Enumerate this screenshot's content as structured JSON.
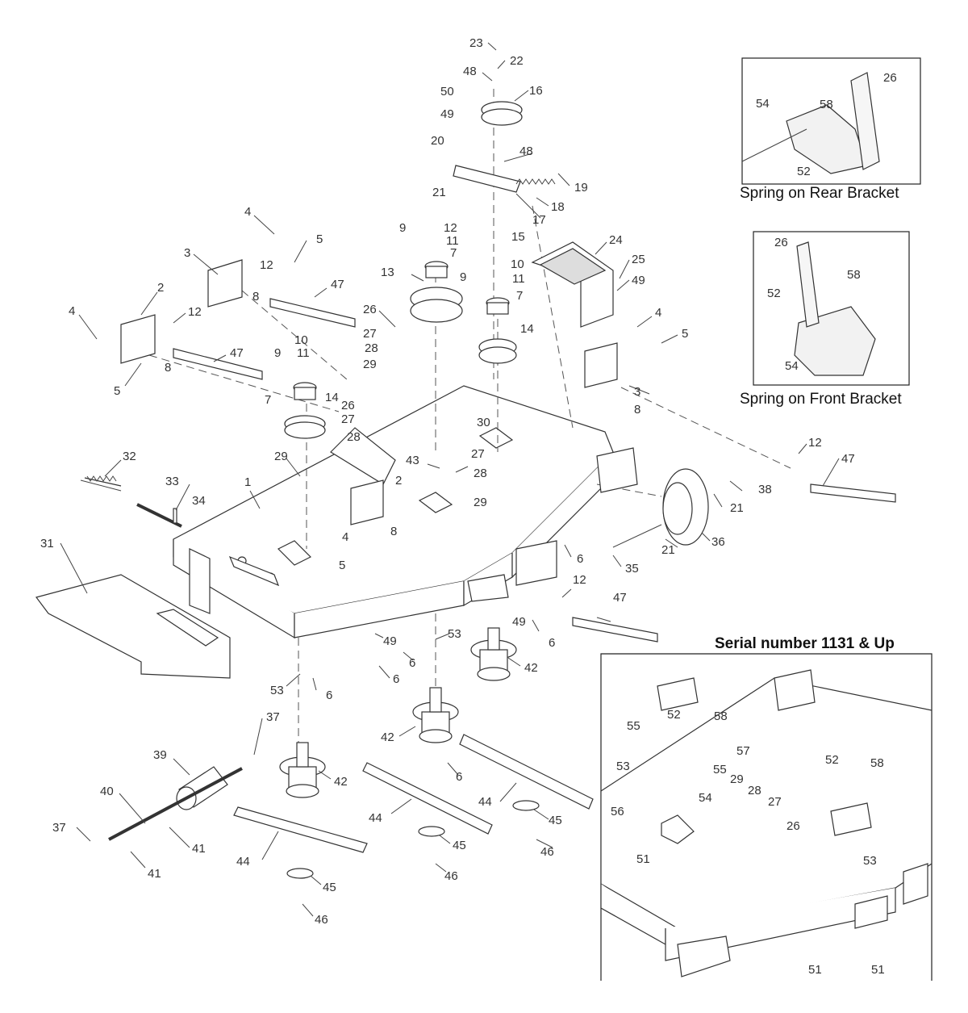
{
  "insets": {
    "rear_caption": "Spring on Rear Bracket",
    "front_caption": "Spring on Front Bracket",
    "serial_caption": "Serial number 1131 & Up"
  },
  "callouts": [
    {
      "id": "c23a",
      "text": "23"
    },
    {
      "id": "c22",
      "text": "22"
    },
    {
      "id": "c48a",
      "text": "48"
    },
    {
      "id": "c16",
      "text": "16"
    },
    {
      "id": "c50",
      "text": "50"
    },
    {
      "id": "c49a",
      "text": "49"
    },
    {
      "id": "c20",
      "text": "20"
    },
    {
      "id": "c48b",
      "text": "48"
    },
    {
      "id": "c19",
      "text": "19"
    },
    {
      "id": "c21a",
      "text": "21"
    },
    {
      "id": "c18",
      "text": "18"
    },
    {
      "id": "c17",
      "text": "17"
    },
    {
      "id": "c15",
      "text": "15"
    },
    {
      "id": "c24",
      "text": "24"
    },
    {
      "id": "c25",
      "text": "25"
    },
    {
      "id": "c49b",
      "text": "49"
    },
    {
      "id": "c9a",
      "text": "9"
    },
    {
      "id": "c12a",
      "text": "12"
    },
    {
      "id": "c11a",
      "text": "11"
    },
    {
      "id": "c7a",
      "text": "7"
    },
    {
      "id": "c13",
      "text": "13"
    },
    {
      "id": "c10a",
      "text": "10"
    },
    {
      "id": "c9b",
      "text": "9"
    },
    {
      "id": "c11b",
      "text": "11"
    },
    {
      "id": "c7b",
      "text": "7"
    },
    {
      "id": "c14a",
      "text": "14"
    },
    {
      "id": "c4a",
      "text": "4"
    },
    {
      "id": "c5a",
      "text": "5"
    },
    {
      "id": "c3a",
      "text": "3"
    },
    {
      "id": "c12b",
      "text": "12"
    },
    {
      "id": "c47a",
      "text": "47"
    },
    {
      "id": "c8a",
      "text": "8"
    },
    {
      "id": "c2a",
      "text": "2"
    },
    {
      "id": "c12c",
      "text": "12"
    },
    {
      "id": "c4b",
      "text": "4"
    },
    {
      "id": "c47b",
      "text": "47"
    },
    {
      "id": "c8b",
      "text": "8"
    },
    {
      "id": "c5b",
      "text": "5"
    },
    {
      "id": "c26a",
      "text": "26"
    },
    {
      "id": "c27a",
      "text": "27"
    },
    {
      "id": "c28a",
      "text": "28"
    },
    {
      "id": "c29a",
      "text": "29"
    },
    {
      "id": "c9c",
      "text": "9"
    },
    {
      "id": "c10b",
      "text": "10"
    },
    {
      "id": "c11c",
      "text": "11"
    },
    {
      "id": "c7c",
      "text": "7"
    },
    {
      "id": "c14b",
      "text": "14"
    },
    {
      "id": "c26b",
      "text": "26"
    },
    {
      "id": "c27b",
      "text": "27"
    },
    {
      "id": "c28b",
      "text": "28"
    },
    {
      "id": "c29b",
      "text": "29"
    },
    {
      "id": "c4c",
      "text": "4"
    },
    {
      "id": "c5c",
      "text": "5"
    },
    {
      "id": "c3b",
      "text": "3"
    },
    {
      "id": "c8c",
      "text": "8"
    },
    {
      "id": "c30",
      "text": "30"
    },
    {
      "id": "c27c",
      "text": "27"
    },
    {
      "id": "c43",
      "text": "43"
    },
    {
      "id": "c28c",
      "text": "28"
    },
    {
      "id": "c29c",
      "text": "29"
    },
    {
      "id": "c12d",
      "text": "12"
    },
    {
      "id": "c47c",
      "text": "47"
    },
    {
      "id": "c38",
      "text": "38"
    },
    {
      "id": "c21b",
      "text": "21"
    },
    {
      "id": "c36",
      "text": "36"
    },
    {
      "id": "c21c",
      "text": "21"
    },
    {
      "id": "c35",
      "text": "35"
    },
    {
      "id": "c32",
      "text": "32"
    },
    {
      "id": "c33",
      "text": "33"
    },
    {
      "id": "c34",
      "text": "34"
    },
    {
      "id": "c1",
      "text": "1"
    },
    {
      "id": "c2b",
      "text": "2"
    },
    {
      "id": "c8d",
      "text": "8"
    },
    {
      "id": "c4d",
      "text": "4"
    },
    {
      "id": "c5d",
      "text": "5"
    },
    {
      "id": "c31",
      "text": "31"
    },
    {
      "id": "c6a",
      "text": "6"
    },
    {
      "id": "c12e",
      "text": "12"
    },
    {
      "id": "c47d",
      "text": "47"
    },
    {
      "id": "c49c",
      "text": "49"
    },
    {
      "id": "c6b",
      "text": "6"
    },
    {
      "id": "c53a",
      "text": "53"
    },
    {
      "id": "c42a",
      "text": "42"
    },
    {
      "id": "c49d",
      "text": "49"
    },
    {
      "id": "c6c",
      "text": "6"
    },
    {
      "id": "c6d",
      "text": "6"
    },
    {
      "id": "c53b",
      "text": "53"
    },
    {
      "id": "c6e",
      "text": "6"
    },
    {
      "id": "c37a",
      "text": "37"
    },
    {
      "id": "c39",
      "text": "39"
    },
    {
      "id": "c42b",
      "text": "42"
    },
    {
      "id": "c6f",
      "text": "6"
    },
    {
      "id": "c42c",
      "text": "42"
    },
    {
      "id": "c40",
      "text": "40"
    },
    {
      "id": "c44a",
      "text": "44"
    },
    {
      "id": "c44b",
      "text": "44"
    },
    {
      "id": "c45a",
      "text": "45"
    },
    {
      "id": "c46a",
      "text": "46"
    },
    {
      "id": "c45b",
      "text": "45"
    },
    {
      "id": "c46b",
      "text": "46"
    },
    {
      "id": "c37b",
      "text": "37"
    },
    {
      "id": "c41a",
      "text": "41"
    },
    {
      "id": "c41b",
      "text": "41"
    },
    {
      "id": "c44c",
      "text": "44"
    },
    {
      "id": "c45c",
      "text": "45"
    },
    {
      "id": "c46c",
      "text": "46"
    },
    {
      "id": "r54",
      "text": "54"
    },
    {
      "id": "r58",
      "text": "58"
    },
    {
      "id": "r26",
      "text": "26"
    },
    {
      "id": "r52",
      "text": "52"
    },
    {
      "id": "f26",
      "text": "26"
    },
    {
      "id": "f52",
      "text": "52"
    },
    {
      "id": "f58",
      "text": "58"
    },
    {
      "id": "f54",
      "text": "54"
    },
    {
      "id": "s55",
      "text": "55"
    },
    {
      "id": "s52a",
      "text": "52"
    },
    {
      "id": "s58a",
      "text": "58"
    },
    {
      "id": "s53a",
      "text": "53"
    },
    {
      "id": "s57",
      "text": "57"
    },
    {
      "id": "s55b",
      "text": "55"
    },
    {
      "id": "s29",
      "text": "29"
    },
    {
      "id": "s28",
      "text": "28"
    },
    {
      "id": "s54",
      "text": "54"
    },
    {
      "id": "s27",
      "text": "27"
    },
    {
      "id": "s26",
      "text": "26"
    },
    {
      "id": "s56",
      "text": "56"
    },
    {
      "id": "s52b",
      "text": "52"
    },
    {
      "id": "s58b",
      "text": "58"
    },
    {
      "id": "s51a",
      "text": "51"
    },
    {
      "id": "s53b",
      "text": "53"
    },
    {
      "id": "s51b",
      "text": "51"
    },
    {
      "id": "s51c",
      "text": "51"
    }
  ]
}
